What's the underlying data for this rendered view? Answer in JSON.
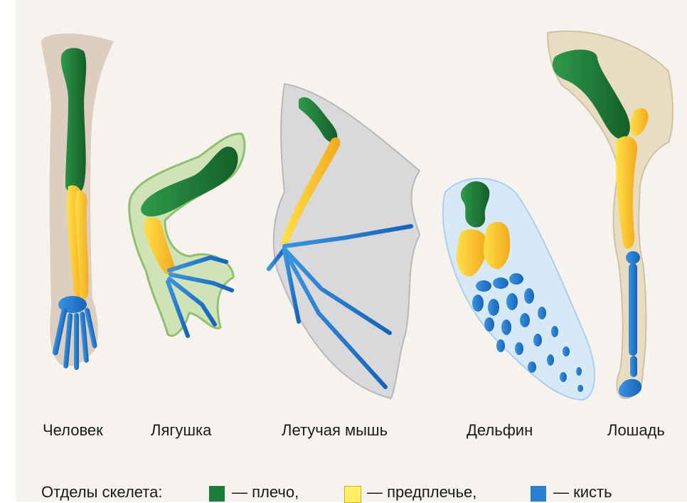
{
  "animals": [
    {
      "key": "human",
      "label": "Человек"
    },
    {
      "key": "frog",
      "label": "Лягушка"
    },
    {
      "key": "bat",
      "label": "Летучая мышь"
    },
    {
      "key": "dolphin",
      "label": "Дельфин"
    },
    {
      "key": "horse",
      "label": "Лошадь"
    }
  ],
  "legend": {
    "title": "Отделы скелета:",
    "items": [
      {
        "label": "— плечо,",
        "color": "#1e7a38"
      },
      {
        "label": "— предплечье,",
        "color": "#f6c417"
      },
      {
        "label": "— кисть",
        "color": "#2a7fd0"
      }
    ]
  },
  "colors": {
    "humerus": "#1e7a38",
    "forearm": "#f6c417",
    "hand": "#2a7fd0",
    "background": "#f6f3ee"
  }
}
